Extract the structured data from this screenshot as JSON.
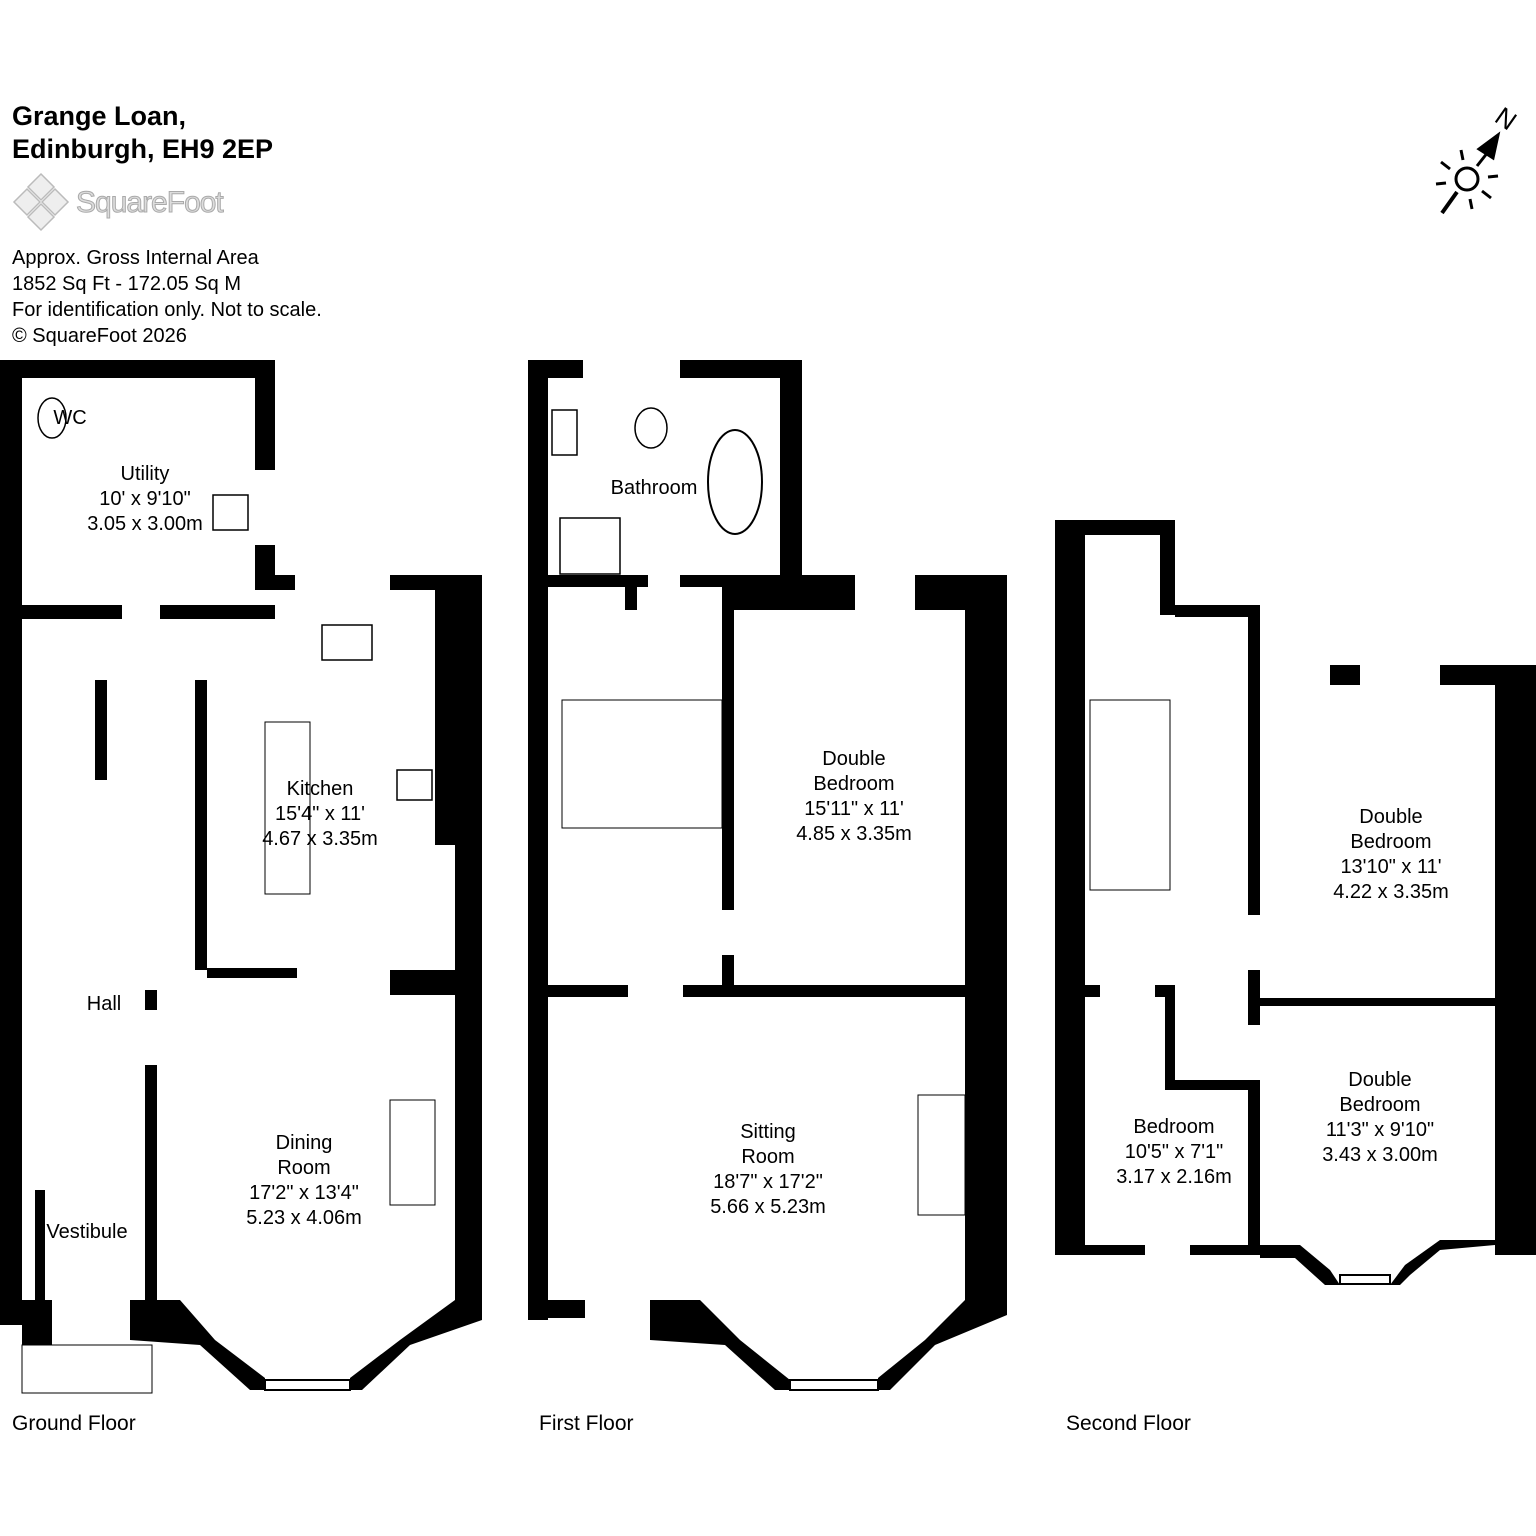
{
  "header": {
    "address_line1": "Grange Loan,",
    "address_line2": "Edinburgh, EH9 2EP",
    "logo_text": "SquareFoot"
  },
  "info": {
    "area_label": "Approx. Gross Internal Area",
    "area_value": "1852 Sq Ft  -  172.05 Sq M",
    "disclaimer": "For identification only. Not to scale.",
    "copyright": "© SquareFoot 2026"
  },
  "compass": {
    "north_label": "N"
  },
  "floors": [
    {
      "label": "Ground Floor"
    },
    {
      "label": "First Floor"
    },
    {
      "label": "Second Floor"
    }
  ],
  "rooms": {
    "wc": {
      "name": "WC"
    },
    "utility": {
      "name": "Utility",
      "imperial": "10' x 9'10\"",
      "metric": "3.05 x 3.00m"
    },
    "kitchen": {
      "name": "Kitchen",
      "imperial": "15'4\" x 11'",
      "metric": "4.67 x 3.35m"
    },
    "hall": {
      "name": "Hall"
    },
    "dining": {
      "name1": "Dining",
      "name2": "Room",
      "imperial": "17'2\" x 13'4\"",
      "metric": "5.23 x 4.06m"
    },
    "vestibule": {
      "name": "Vestibule"
    },
    "bathroom": {
      "name": "Bathroom"
    },
    "first_bedroom": {
      "name1": "Double",
      "name2": "Bedroom",
      "imperial": "15'11\" x 11'",
      "metric": "4.85 x 3.35m"
    },
    "sitting": {
      "name1": "Sitting",
      "name2": "Room",
      "imperial": "18'7\" x 17'2\"",
      "metric": "5.66 x 5.23m"
    },
    "second_bedroom_a": {
      "name1": "Double",
      "name2": "Bedroom",
      "imperial": "13'10\" x 11'",
      "metric": "4.22 x 3.35m"
    },
    "second_bedroom_b": {
      "name1": "Double",
      "name2": "Bedroom",
      "imperial": "11'3\" x 9'10\"",
      "metric": "3.43 x 3.00m"
    },
    "second_single": {
      "name": "Bedroom",
      "imperial": "10'5\" x 7'1\"",
      "metric": "3.17 x 2.16m"
    }
  }
}
